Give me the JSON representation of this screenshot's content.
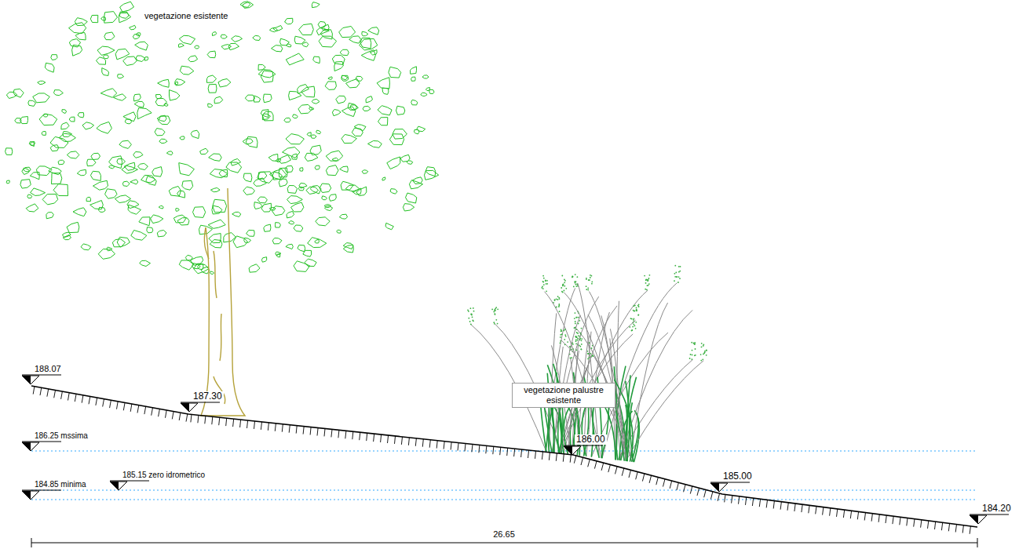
{
  "diagram": {
    "nodes": [
      {
        "text": [
          "vegetazione palustre esistente"
        ]
      }
    ],
    "labels": [
      "vegetazione esistente",
      "188.07",
      "187.30",
      "186.25 mssima",
      "184.85 minima",
      "185.15 zero idrometrico",
      "186.00",
      "185.00",
      "184.20",
      "26.65"
    ]
  }
}
